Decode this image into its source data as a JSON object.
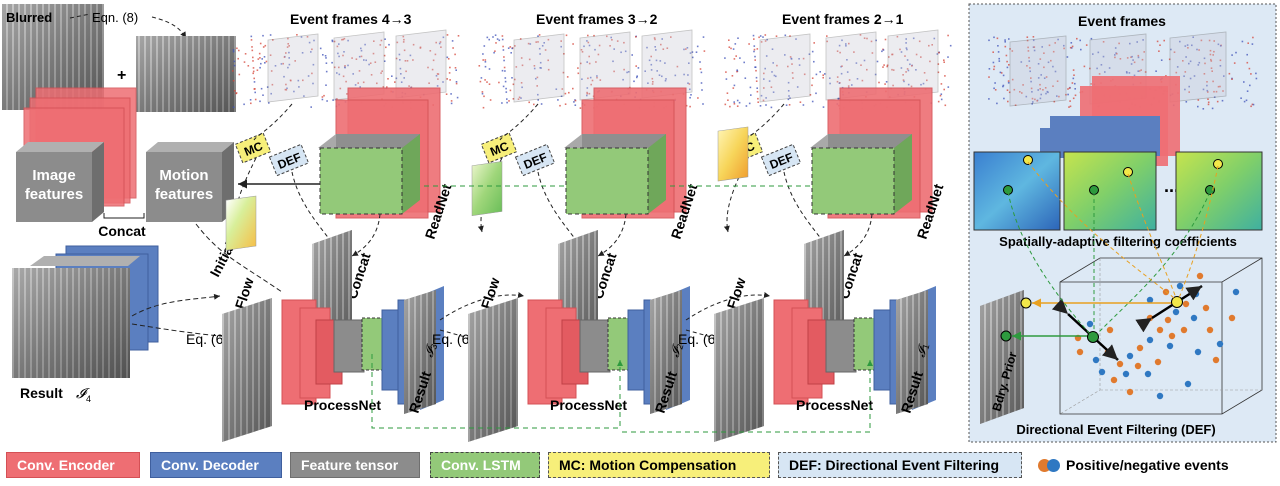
{
  "labels": {
    "blurred": "Blurred",
    "eqn8": "Eqn. (8)",
    "plus": "+",
    "image_features": [
      "Image",
      "features"
    ],
    "motion_features": [
      "Motion",
      "features"
    ],
    "concat": "Concat",
    "initialize_net": "InitializeNet",
    "result4": "Result",
    "ev43": "Event frames 4→3",
    "ev32": "Event frames 3→2",
    "ev21": "Event frames 2→1",
    "mc": "MC",
    "def": "DEF",
    "readnet": "ReadNet",
    "concat_rot": "Concat",
    "flow": "Flow",
    "eq6": "Eq. (6)",
    "processnet": "ProcessNet",
    "result": "Result",
    "result_subs": [
      "3",
      "2",
      "1"
    ],
    "result4_sub": "4",
    "panel_title": "Event frames",
    "sa_coeff": "Spatially-adaptive filtering coefficients",
    "bdry_prior": "Bdry. Prior",
    "def_title": "Directional Event Filtering (DEF)",
    "dots": "..."
  },
  "legend": [
    {
      "label": "Conv. Encoder",
      "bg": "#ee6e73",
      "border": "#d45055",
      "dashed": false
    },
    {
      "label": "Conv. Decoder",
      "bg": "#5b7fc0",
      "border": "#3f5f9e",
      "dashed": false
    },
    {
      "label": "Feature tensor",
      "bg": "#8c8c8c",
      "border": "#6f6f6f",
      "dashed": false
    },
    {
      "label": "Conv. LSTM",
      "bg": "#93c979",
      "border": "#444444",
      "dashed": true
    },
    {
      "label": "MC: Motion Compensation",
      "bg": "#f7ef7a",
      "border": "#555555",
      "dashed": true
    },
    {
      "label": "DEF: Directional Event Filtering",
      "bg": "#d7e6f4",
      "border": "#555555",
      "dashed": true
    }
  ],
  "legend_events": "Positive/negative events",
  "colors": {
    "encoder": "#ee6e73",
    "decoder": "#5b7fc0",
    "feature": "#8c8c8c",
    "lstm": "#93c979",
    "mc": "#f7ef7a",
    "def": "#d7e6f4",
    "panel": "#dde9f5",
    "pos_event": "#e07a2e",
    "neg_event": "#2f78c2"
  }
}
